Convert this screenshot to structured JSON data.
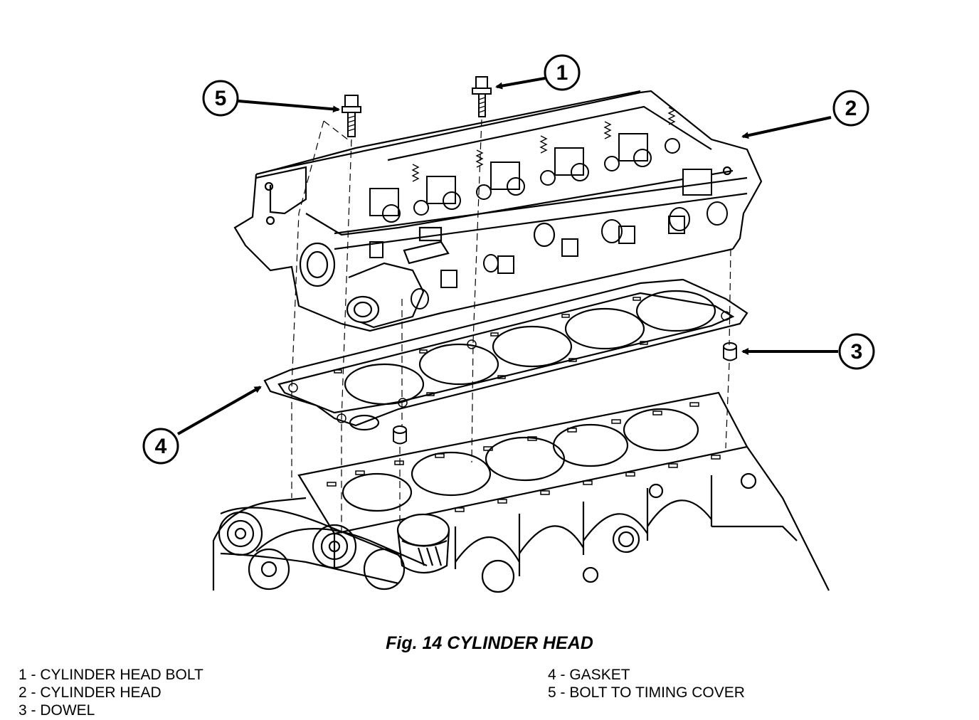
{
  "figure": {
    "caption": "Fig. 14 CYLINDER HEAD"
  },
  "callouts": [
    "1",
    "2",
    "3",
    "4",
    "5"
  ],
  "legend": {
    "left": [
      "1 - CYLINDER HEAD BOLT",
      "2 - CYLINDER HEAD",
      "3 - DOWEL"
    ],
    "right": [
      "4 - GASKET",
      "5 - BOLT TO TIMING COVER"
    ]
  }
}
